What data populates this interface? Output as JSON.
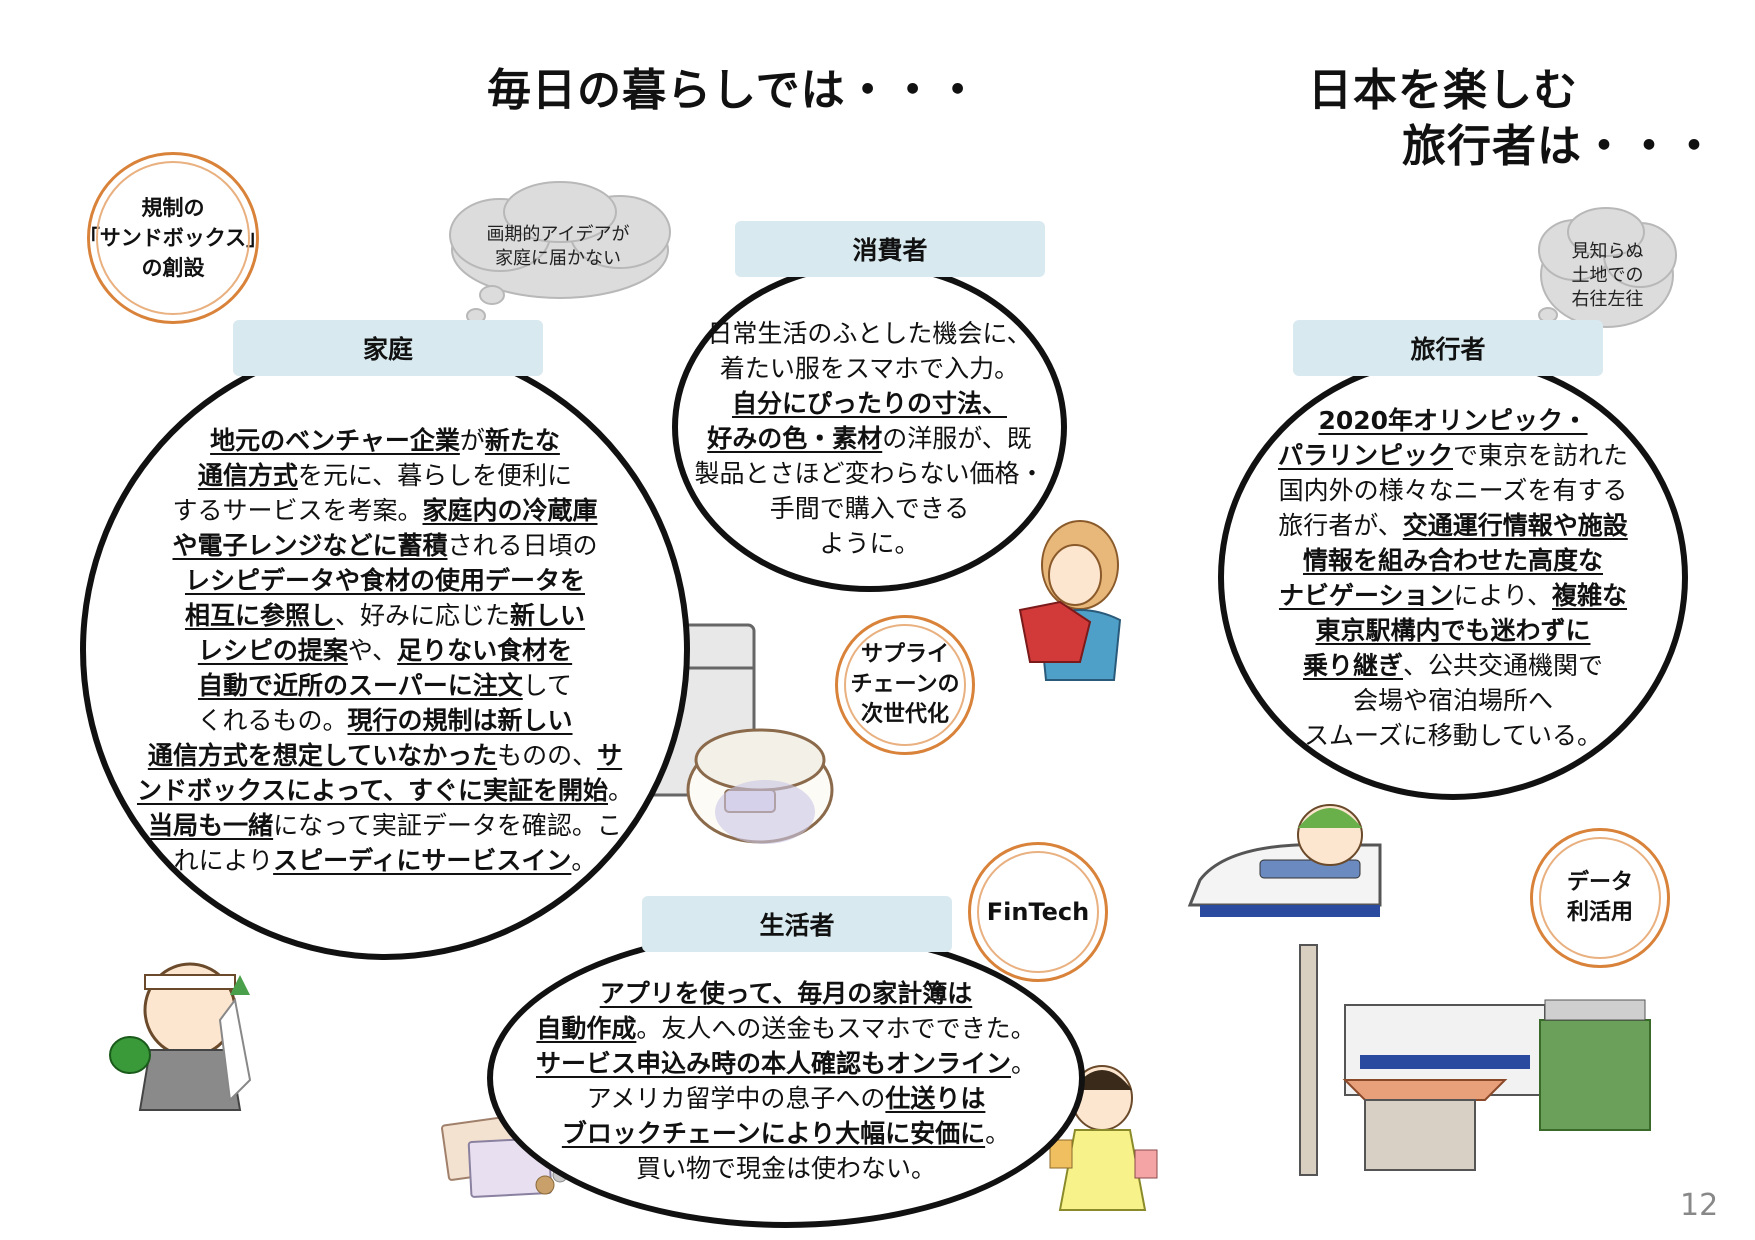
{
  "titles": {
    "daily": "毎日の暮らしでは・・・",
    "tourist_line1": "日本を楽しむ",
    "tourist_line2": "旅行者は・・・"
  },
  "badges": {
    "sandbox": [
      "規制の",
      "「サンドボックス」",
      "の創設"
    ],
    "supply_chain": [
      "サプライ",
      "チェーンの",
      "次世代化"
    ],
    "fintech": [
      "FinTech"
    ],
    "data": [
      "データ",
      "利活用"
    ]
  },
  "clouds": {
    "home": [
      "画期的アイデアが",
      "家庭に届かない"
    ],
    "traveler": [
      "見知らぬ",
      "土地での",
      "右往左往"
    ]
  },
  "labels": {
    "home": "家庭",
    "consumer": "消費者",
    "traveler": "旅行者",
    "citizen": "生活者"
  },
  "home_text": [
    [
      {
        "b": "地元のベンチャー企業"
      },
      {
        "t": "が"
      },
      {
        "b": "新たな"
      }
    ],
    [
      {
        "b": "通信方式"
      },
      {
        "t": "を元に、暮らしを便利に"
      }
    ],
    [
      {
        "t": "するサービスを考案。"
      },
      {
        "b": "家庭内の冷蔵庫"
      }
    ],
    [
      {
        "b": "や電子レンジなどに蓄積"
      },
      {
        "t": "される日頃の"
      }
    ],
    [
      {
        "b": "レシピデータや食材の使用データを"
      }
    ],
    [
      {
        "b": "相互に参照し"
      },
      {
        "t": "、好みに応じた"
      },
      {
        "b": "新しい"
      }
    ],
    [
      {
        "b": "レシピの提案"
      },
      {
        "t": "や、"
      },
      {
        "b": "足りない食材を"
      }
    ],
    [
      {
        "b": "自動で近所のスーパーに注文"
      },
      {
        "t": "して"
      }
    ],
    [
      {
        "t": "くれるもの。"
      },
      {
        "b": "現行の規制は新しい"
      }
    ],
    [
      {
        "b": "通信方式を想定していなかった"
      },
      {
        "t": "ものの、"
      },
      {
        "b": "サ"
      }
    ],
    [
      {
        "b": "ンドボックスによって、すぐに実証を開始"
      },
      {
        "t": "。"
      }
    ],
    [
      {
        "b": "当局も一緒"
      },
      {
        "t": "になって実証データを確認。こ"
      }
    ],
    [
      {
        "t": "れにより"
      },
      {
        "b": "スピーディにサービスイン"
      },
      {
        "t": "。"
      }
    ]
  ],
  "consumer_text": [
    [
      {
        "t": "日常生活のふとした機会に、"
      }
    ],
    [
      {
        "t": "着たい服をスマホで入力。"
      }
    ],
    [
      {
        "b": "自分にぴったりの寸法、"
      }
    ],
    [
      {
        "b": "好みの色・素材"
      },
      {
        "t": "の洋服が、既"
      }
    ],
    [
      {
        "t": "製品とさほど変わらない価格・"
      }
    ],
    [
      {
        "t": "手間で購入できる"
      }
    ],
    [
      {
        "t": "ように。"
      }
    ]
  ],
  "traveler_text": [
    [
      {
        "b": "2020年オリンピック・"
      }
    ],
    [
      {
        "b": "パラリンピック"
      },
      {
        "t": "で東京を訪れた"
      }
    ],
    [
      {
        "t": "国内外の様々なニーズを有する"
      }
    ],
    [
      {
        "t": "旅行者が、"
      },
      {
        "b": "交通運行情報や施設"
      }
    ],
    [
      {
        "b": "情報を組み合わせた高度な"
      }
    ],
    [
      {
        "b": "ナビゲーション"
      },
      {
        "t": "により、"
      },
      {
        "b": "複雑な"
      }
    ],
    [
      {
        "b": "東京駅構内でも迷わずに"
      }
    ],
    [
      {
        "b": "乗り継ぎ"
      },
      {
        "t": "、公共交通機関で"
      }
    ],
    [
      {
        "t": "会場や宿泊場所へ"
      }
    ],
    [
      {
        "t": "スムーズに移動している。"
      }
    ]
  ],
  "citizen_text": [
    [
      {
        "b": "アプリを使って、毎月の家計簿は"
      }
    ],
    [
      {
        "b": "自動作成"
      },
      {
        "t": "。友人への送金もスマホでできた。"
      }
    ],
    [
      {
        "b": "サービス申込み時の本人確認もオンライン"
      },
      {
        "t": "。"
      }
    ],
    [
      {
        "t": "アメリカ留学中の息子への"
      },
      {
        "b": "仕送りは"
      }
    ],
    [
      {
        "b": "ブロックチェーンにより大幅に安価に"
      },
      {
        "t": "。"
      }
    ],
    [
      {
        "t": "買い物で現金は使わない。"
      }
    ]
  ],
  "page_number": "12",
  "colors": {
    "label_bg": "#d8e9ef",
    "badge_ring": "#d9823a",
    "cloud": "#d9d9d9"
  }
}
